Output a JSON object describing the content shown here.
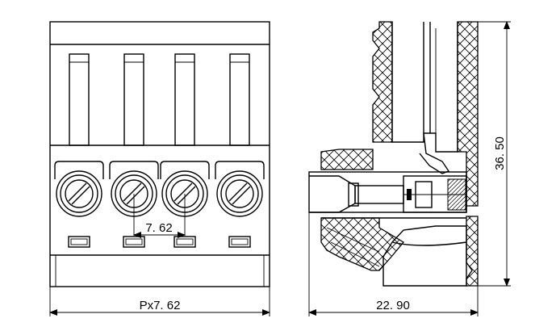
{
  "drawing": {
    "dimensions": {
      "pitch_label": "7. 62",
      "width_label": "Px7. 62",
      "depth_label": "22. 90",
      "height_label": "36. 50"
    },
    "colors": {
      "line": "#000000",
      "background": "#ffffff"
    }
  }
}
